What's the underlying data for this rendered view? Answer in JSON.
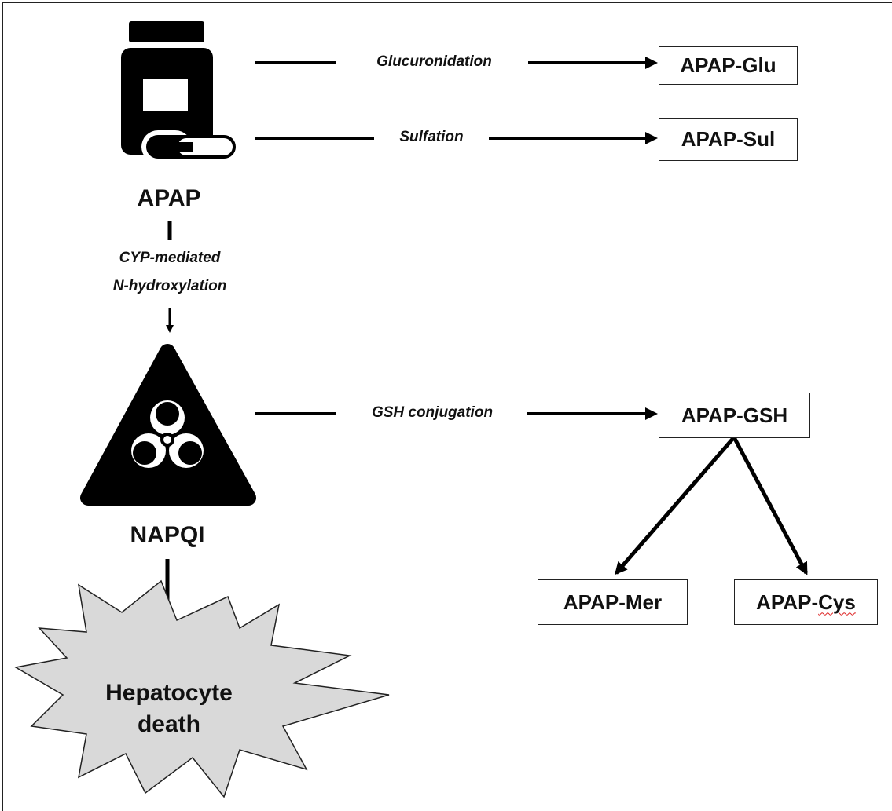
{
  "nodes": {
    "apap": "APAP",
    "napqi": "NAPQI",
    "apap_glu": "APAP-Glu",
    "apap_sul": "APAP-Sul",
    "apap_gsh": "APAP-GSH",
    "apap_mer": "APAP-Mer",
    "apap_cys_prefix": "APAP-",
    "apap_cys_suffix": "Cys",
    "death_line1": "Hepatocyte",
    "death_line2": "death"
  },
  "edges": {
    "glucuronidation": "Glucuronidation",
    "sulfation": "Sulfation",
    "cyp_line1": "CYP-mediated",
    "cyp_line2": "N-hydroxylation",
    "gsh_conjugation": "GSH conjugation"
  },
  "icons": {
    "apap": "pill-bottle-icon",
    "napqi": "biohazard-warning-icon"
  },
  "colors": {
    "ink": "#000000",
    "burst_fill": "#d9d9d9"
  }
}
